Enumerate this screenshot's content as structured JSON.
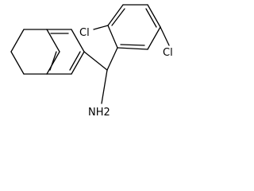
{
  "molecule": {
    "atoms": {
      "chlorine_top": "Cl",
      "chlorine_bottom": "Cl",
      "amine": "NH2"
    }
  },
  "colors": {
    "bond": "#000000",
    "background": "#ffffff"
  }
}
